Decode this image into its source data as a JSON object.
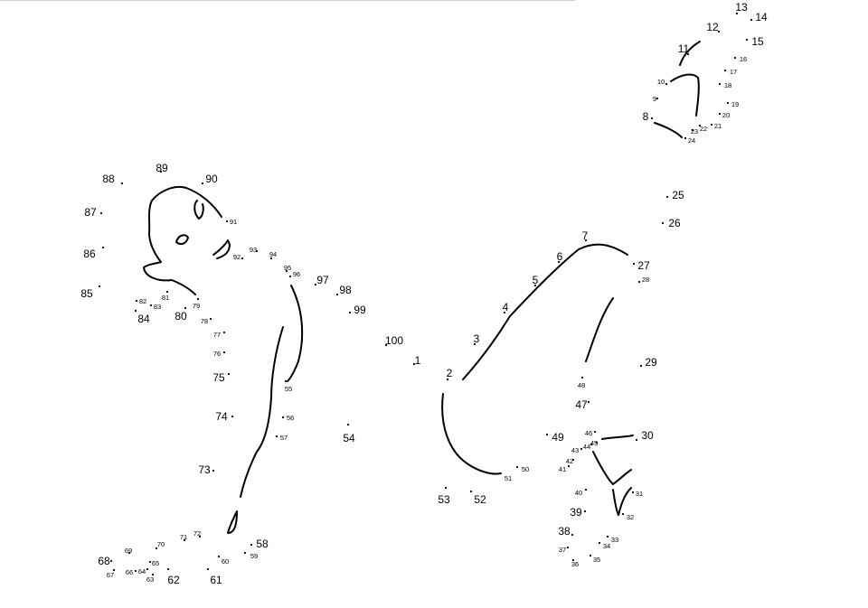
{
  "puzzle": {
    "points": [
      {
        "n": "1"
      },
      {
        "n": "2"
      },
      {
        "n": "3"
      },
      {
        "n": "4"
      },
      {
        "n": "5"
      },
      {
        "n": "6"
      },
      {
        "n": "7"
      },
      {
        "n": "8"
      },
      {
        "n": "9"
      },
      {
        "n": "10"
      },
      {
        "n": "11"
      },
      {
        "n": "12"
      },
      {
        "n": "13"
      },
      {
        "n": "14"
      },
      {
        "n": "15"
      },
      {
        "n": "16"
      },
      {
        "n": "17"
      },
      {
        "n": "18"
      },
      {
        "n": "19"
      },
      {
        "n": "20"
      },
      {
        "n": "21"
      },
      {
        "n": "22"
      },
      {
        "n": "23"
      },
      {
        "n": "24"
      },
      {
        "n": "25"
      },
      {
        "n": "26"
      },
      {
        "n": "27"
      },
      {
        "n": "28"
      },
      {
        "n": "29"
      },
      {
        "n": "30"
      },
      {
        "n": "31"
      },
      {
        "n": "32"
      },
      {
        "n": "33"
      },
      {
        "n": "34"
      },
      {
        "n": "35"
      },
      {
        "n": "36"
      },
      {
        "n": "37"
      },
      {
        "n": "38"
      },
      {
        "n": "39"
      },
      {
        "n": "40"
      },
      {
        "n": "41"
      },
      {
        "n": "42"
      },
      {
        "n": "43"
      },
      {
        "n": "44"
      },
      {
        "n": "45"
      },
      {
        "n": "46"
      },
      {
        "n": "47"
      },
      {
        "n": "48"
      },
      {
        "n": "49"
      },
      {
        "n": "50"
      },
      {
        "n": "51"
      },
      {
        "n": "52"
      },
      {
        "n": "53"
      },
      {
        "n": "54"
      },
      {
        "n": "55"
      },
      {
        "n": "56"
      },
      {
        "n": "57"
      },
      {
        "n": "58"
      },
      {
        "n": "59"
      },
      {
        "n": "60"
      },
      {
        "n": "61"
      },
      {
        "n": "62"
      },
      {
        "n": "63"
      },
      {
        "n": "64"
      },
      {
        "n": "65"
      },
      {
        "n": "66"
      },
      {
        "n": "67"
      },
      {
        "n": "68"
      },
      {
        "n": "69"
      },
      {
        "n": "70"
      },
      {
        "n": "71"
      },
      {
        "n": "72"
      },
      {
        "n": "73"
      },
      {
        "n": "74"
      },
      {
        "n": "75"
      },
      {
        "n": "76"
      },
      {
        "n": "77"
      },
      {
        "n": "78"
      },
      {
        "n": "79"
      },
      {
        "n": "80"
      },
      {
        "n": "81"
      },
      {
        "n": "82"
      },
      {
        "n": "83"
      },
      {
        "n": "84"
      },
      {
        "n": "85"
      },
      {
        "n": "86"
      },
      {
        "n": "87"
      },
      {
        "n": "88"
      },
      {
        "n": "89"
      },
      {
        "n": "90"
      },
      {
        "n": "91"
      },
      {
        "n": "92"
      },
      {
        "n": "93"
      },
      {
        "n": "94"
      },
      {
        "n": "95"
      },
      {
        "n": "96"
      },
      {
        "n": "97"
      },
      {
        "n": "98"
      },
      {
        "n": "99"
      },
      {
        "n": "100"
      }
    ]
  }
}
